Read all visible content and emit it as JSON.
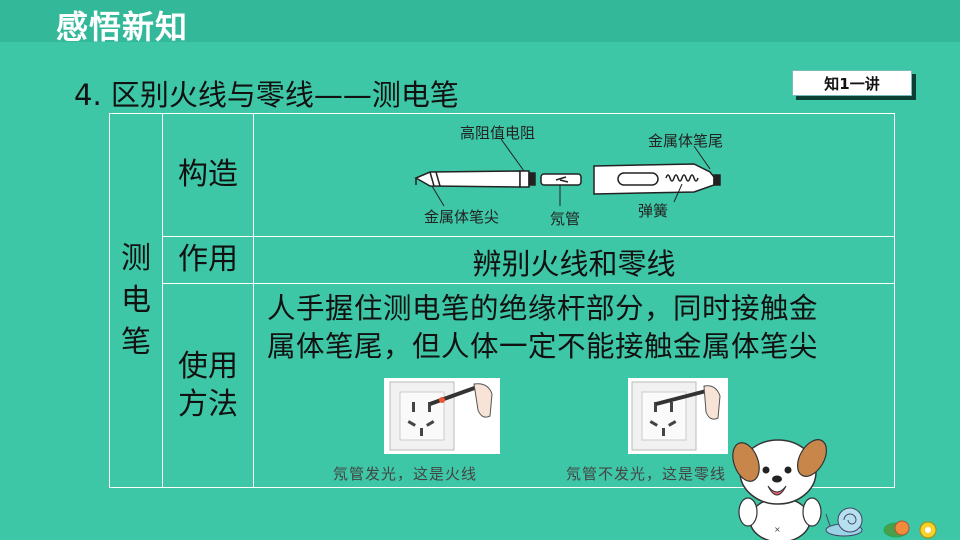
{
  "slide": {
    "title": "感悟新知",
    "heading": "4. 区别火线与零线——测电笔",
    "tag": "知1一讲"
  },
  "table": {
    "row_header": [
      "测",
      "电",
      "笔"
    ],
    "rows": [
      {
        "label": "构造"
      },
      {
        "label": "作用",
        "content": "辨别火线和零线"
      },
      {
        "label_lines": [
          "使用",
          "方法"
        ],
        "content_lines": [
          "人手握住测电笔的绝缘杆部分，同时接触金",
          "属体笔尾，但人体一定不能接触金属体笔尖"
        ]
      }
    ]
  },
  "diagram": {
    "labels": {
      "resistor": "高阻值电阻",
      "tail": "金属体笔尾",
      "tip": "金属体笔尖",
      "neon": "氖管",
      "spring": "弹簧"
    }
  },
  "photos": {
    "left_caption": "氖管发光，这是火线",
    "right_caption": "氖管不发光，这是零线"
  }
}
